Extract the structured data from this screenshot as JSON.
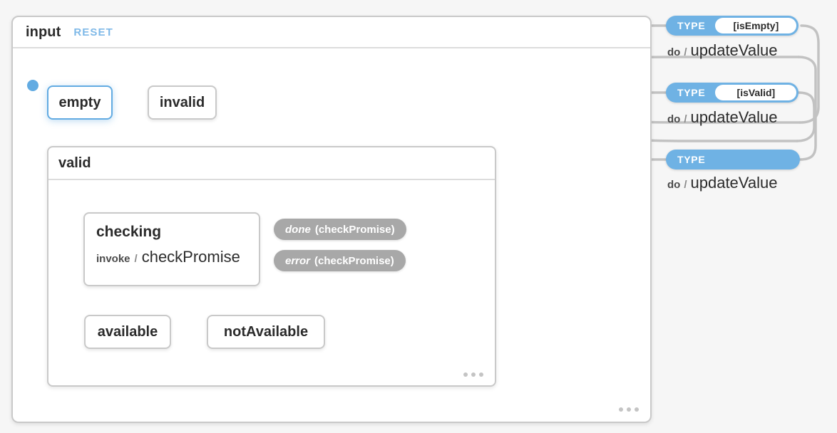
{
  "machine": {
    "title": "input",
    "reset_label": "RESET",
    "menu_icon": "ellipsis-icon"
  },
  "states": [
    {
      "id": "empty",
      "label": "empty",
      "active": true
    },
    {
      "id": "invalid",
      "label": "invalid",
      "active": false
    },
    {
      "id": "valid",
      "label": "valid",
      "active": false
    },
    {
      "id": "checking",
      "label": "checking",
      "active": false
    },
    {
      "id": "available",
      "label": "available",
      "active": false
    },
    {
      "id": "notAvailable",
      "label": "notAvailable",
      "active": false
    }
  ],
  "checking_state": {
    "title": "checking",
    "action_key": "invoke",
    "action_sep": "/",
    "action_value": "checkPromise"
  },
  "events": [
    {
      "id": "type-isempty",
      "name": "TYPE",
      "guard": "[isEmpty]",
      "action_key": "do",
      "action_sep": "/",
      "action_value": "updateValue",
      "target": "empty"
    },
    {
      "id": "type-isvalid",
      "name": "TYPE",
      "guard": "[isValid]",
      "action_key": "do",
      "action_sep": "/",
      "action_value": "updateValue",
      "target": "valid"
    },
    {
      "id": "type-default",
      "name": "TYPE",
      "guard": "",
      "action_key": "do",
      "action_sep": "/",
      "action_value": "updateValue",
      "target": "invalid"
    }
  ],
  "invoke_events": [
    {
      "id": "done-checkpromise",
      "name": "done",
      "arg": "(checkPromise)",
      "target": "available"
    },
    {
      "id": "error-checkpromise",
      "name": "error",
      "arg": "(checkPromise)",
      "target": "notAvailable"
    }
  ],
  "colors": {
    "accent_blue": "#6fb2e4",
    "reset_blue": "#7fb9e8",
    "border_gray": "#c9c9c9",
    "event_gray": "#a8a8a8",
    "canvas_bg": "#f6f6f6",
    "node_bg": "#ffffff",
    "text_dark": "#2b2b2b"
  }
}
